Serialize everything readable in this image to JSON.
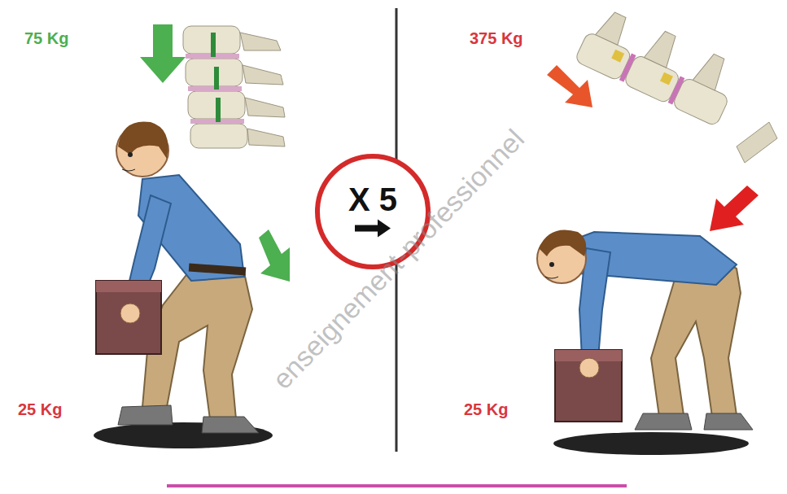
{
  "diagram": {
    "nodes": [
      {
        "text": [
          "X 5"
        ]
      }
    ],
    "labels": [
      "75 Kg",
      "25 Kg",
      "375 Kg",
      "25 Kg",
      "enseignement-professionnel"
    ]
  }
}
